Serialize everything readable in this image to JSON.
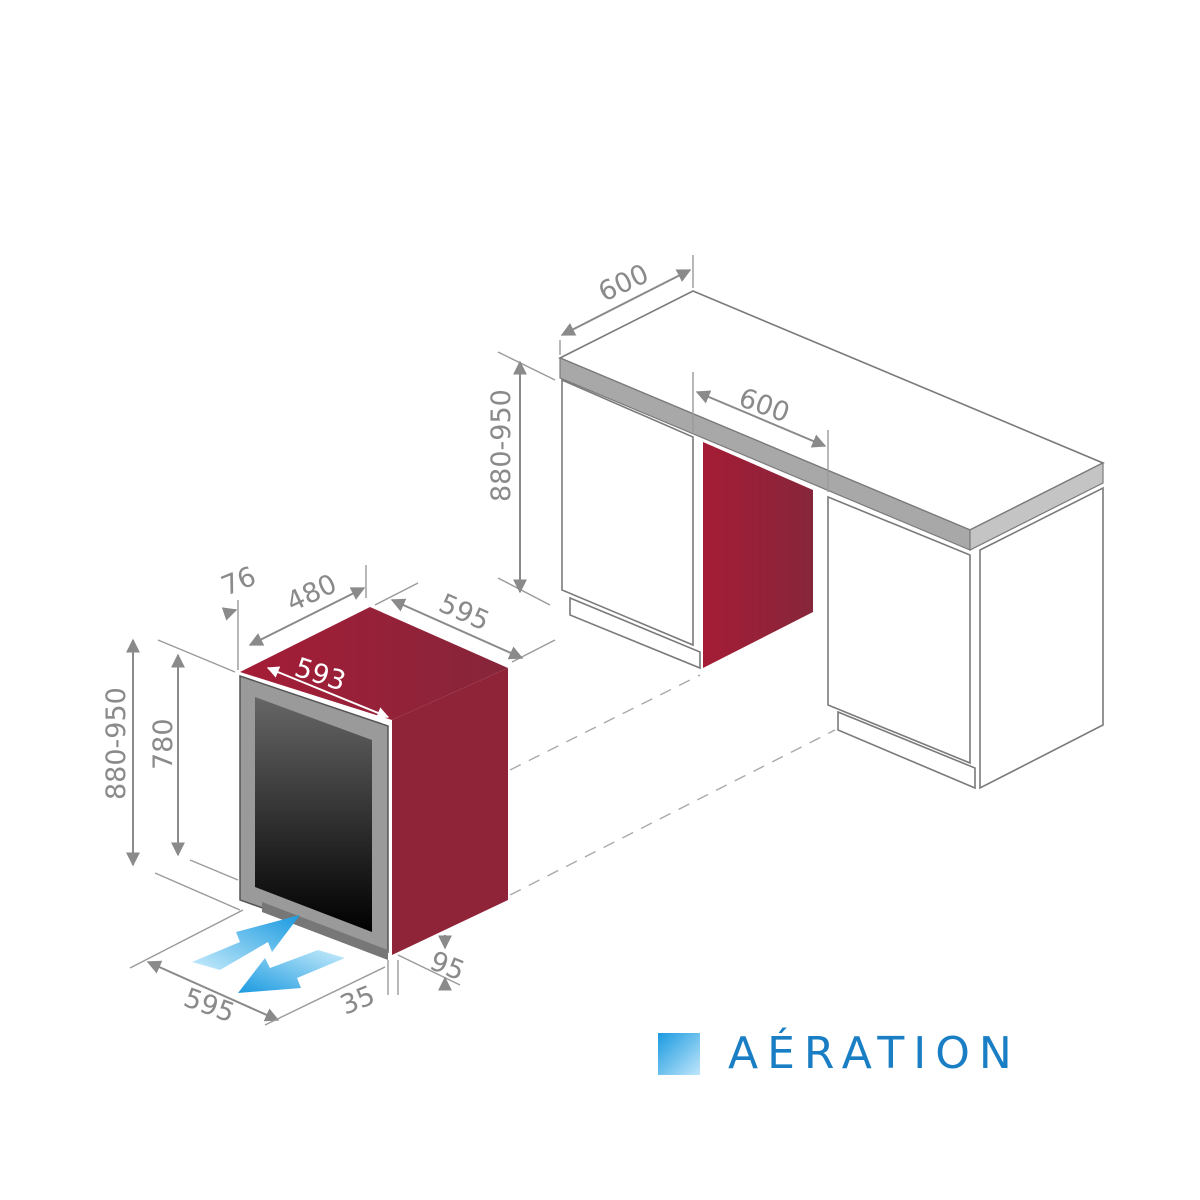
{
  "colors": {
    "appliance_red": "#9c1f35",
    "airflow_blue": "#1a9ae0",
    "legend_text": "#1a7ec4",
    "dimension_gray": "#8a8a8a"
  },
  "appliance": {
    "dimensions": {
      "total_height": "880-950",
      "height": "780",
      "top_offset": "76",
      "depth": "480",
      "side_depth": "595",
      "door_width": "593",
      "floor_width": "595",
      "floor_gap": "35",
      "plinth": "95"
    }
  },
  "cabinet": {
    "dimensions": {
      "counter_depth": "600",
      "counter_height": "880-950",
      "niche_width": "600"
    }
  },
  "legend": {
    "label": "AÉRATION",
    "icon": "airflow-swatch-icon"
  }
}
